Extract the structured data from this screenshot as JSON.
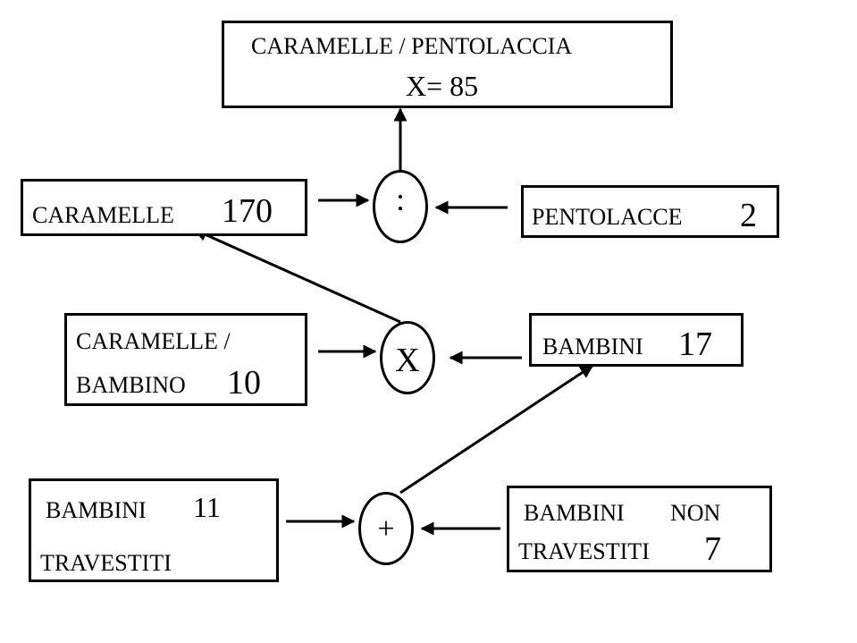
{
  "result": {
    "line1": "CARAMELLE / PENTOLACCIA",
    "line2": "X= 85"
  },
  "caramelle_total": {
    "label": "CARAMELLE",
    "value": "170"
  },
  "pentolacce": {
    "label": "PENTOLACCE",
    "value": "2"
  },
  "caramelle_per_bambino": {
    "line1": "CARAMELLE /",
    "line2": "BAMBINO",
    "value": "10"
  },
  "bambini_total": {
    "label": "BAMBINI",
    "value": "17"
  },
  "bambini_travestiti": {
    "line1": "BAMBINI",
    "value": "11",
    "line2": "TRAVESTITI"
  },
  "bambini_non_travestiti": {
    "line1": "BAMBINI",
    "line1b": "NON",
    "line2": "TRAVESTITI",
    "value": "7"
  },
  "operators": {
    "divide": ":",
    "multiply": "X",
    "add": "+"
  }
}
